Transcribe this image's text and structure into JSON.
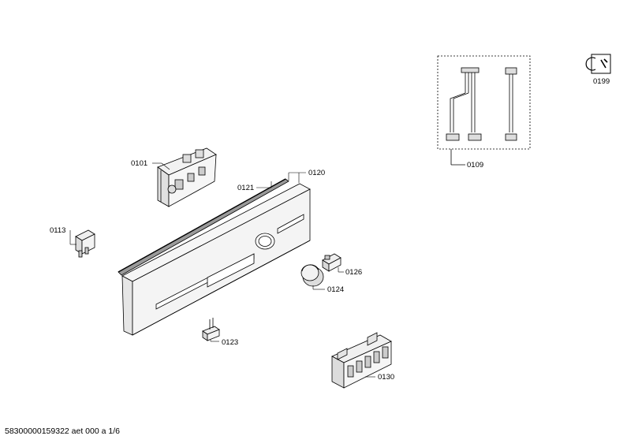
{
  "parts": {
    "p0101": "0101",
    "p0109": "0109",
    "p0113": "0113",
    "p0120": "0120",
    "p0121": "0121",
    "p0123": "0123",
    "p0124": "0124",
    "p0126": "0126",
    "p0130": "0130",
    "p0199": "0199"
  },
  "footer": {
    "doc_id": "58300000159322 aet 000 a 1/6"
  },
  "icons": {
    "service": "wrench-tool-icon"
  },
  "colors": {
    "line": "#000000",
    "fill": "#f2f2f2",
    "shade": "#cfcfcf"
  }
}
